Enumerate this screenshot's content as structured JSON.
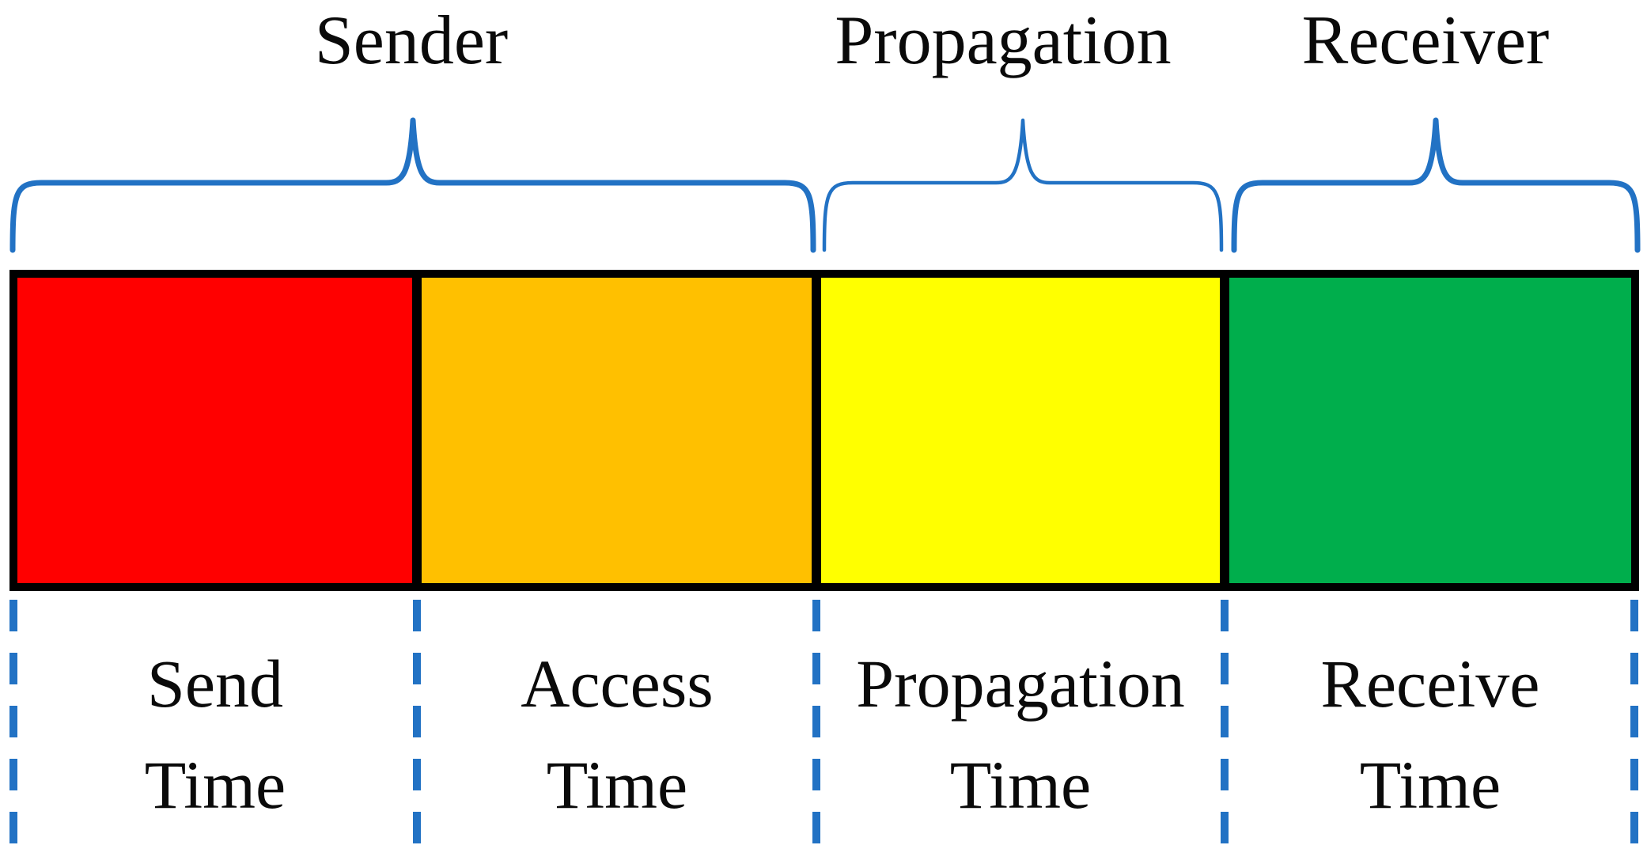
{
  "diagram": {
    "type": "timeline-segments",
    "title_groups": [
      {
        "label": "Sender",
        "covers": [
          "Send Time",
          "Access Time"
        ]
      },
      {
        "label": "Propagation",
        "covers": [
          "Propagation Time"
        ]
      },
      {
        "label": "Receiver",
        "covers": [
          "Receive Time"
        ]
      }
    ],
    "segments": [
      {
        "name": "Send Time",
        "line1": "Send",
        "line2": "Time",
        "color": "#FF0000",
        "group": "Sender"
      },
      {
        "name": "Access Time",
        "line1": "Access",
        "line2": "Time",
        "color": "#FFC000",
        "group": "Sender"
      },
      {
        "name": "Propagation Time",
        "line1": "Propagation",
        "line2": "Time",
        "color": "#FFFF00",
        "group": "Propagation"
      },
      {
        "name": "Receive Time",
        "line1": "Receive",
        "line2": "Time",
        "color": "#00AE4C",
        "group": "Receiver"
      }
    ],
    "colors": {
      "brace_blue": "#2272C4",
      "dash_blue": "#2272C4",
      "bar_border": "#000000",
      "text": "#0a0a0a",
      "background": "#FFFFFF"
    }
  }
}
